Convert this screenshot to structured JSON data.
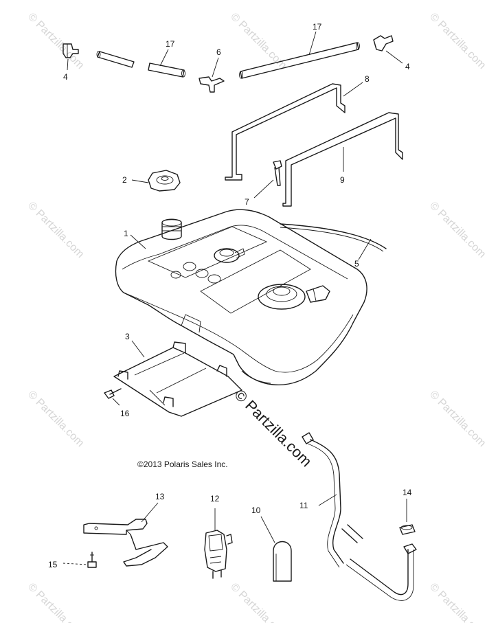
{
  "copyright": "©2013 Polaris Sales Inc.",
  "watermark_center": "© Partzilla.com",
  "watermark_repeat": "© Partzilla.com",
  "callouts": {
    "c1": "1",
    "c2": "2",
    "c3": "3",
    "c4a": "4",
    "c4b": "4",
    "c5": "5",
    "c6": "6",
    "c7": "7",
    "c8": "8",
    "c9": "9",
    "c10": "10",
    "c11": "11",
    "c12": "12",
    "c13": "13",
    "c14": "14",
    "c15": "15",
    "c16": "16",
    "c17a": "17",
    "c17b": "17"
  }
}
